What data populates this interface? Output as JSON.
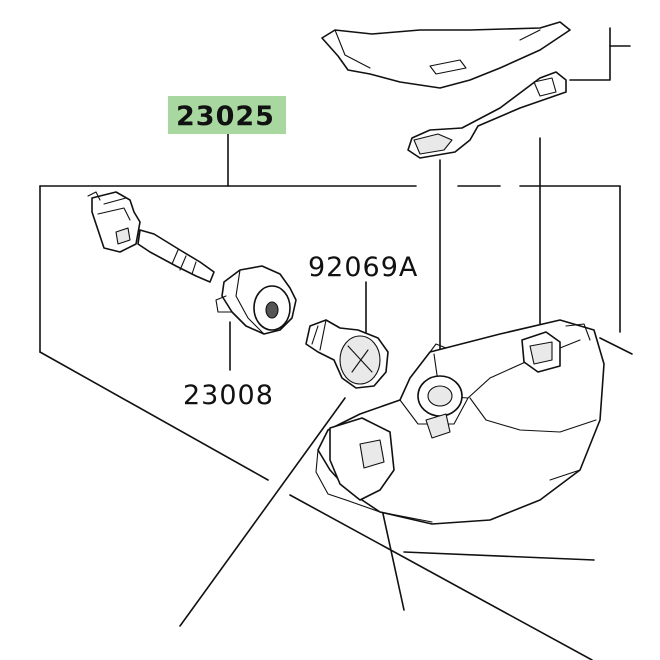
{
  "parts": {
    "assembly": {
      "number": "23025",
      "highlight": "#a8d8a0"
    },
    "socket": {
      "number": "23008"
    },
    "bulb": {
      "number": "92069A"
    }
  },
  "colors": {
    "line": "#111111",
    "background": "#ffffff",
    "shade": "#e9e9e9"
  }
}
